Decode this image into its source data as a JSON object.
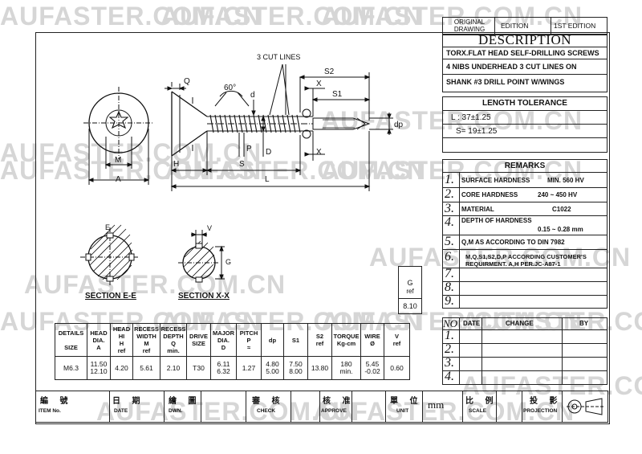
{
  "watermark": "AUFASTER.COM.CN",
  "header": {
    "original_drawing": "ORIGINAL DRAWING",
    "edition_label": "EDITION",
    "edition_value": "1ST EDITION"
  },
  "description": {
    "title": "DESCRIPTION",
    "lines": [
      "TORX.FLAT HEAD SELF-DRILLING SCREWS",
      "4 NIBS UNDERHEAD 3 CUT LINES ON",
      "SHANK #3 DRILL POINT W/WINGS"
    ]
  },
  "length_tolerance": {
    "title": "LENGTH TOLERANCE",
    "l": "L : 37±1.25",
    "s": "S= 19±1.25"
  },
  "remarks": {
    "title": "REMARKS",
    "items": [
      {
        "num": "1.",
        "text": "SURFACE HARDNESS",
        "value": "MIN. 560 HV"
      },
      {
        "num": "2.",
        "text": "CORE HARDNESS",
        "value": "240 ~ 450 HV"
      },
      {
        "num": "3.",
        "text": "MATERIAL",
        "value": "C1022"
      },
      {
        "num": "4.",
        "text": "DEPTH OF HARDNESS",
        "value": "0.15 ~ 0.28 mm"
      },
      {
        "num": "5.",
        "text": "Q,M AS ACCORDING TO DIN 7982",
        "value": ""
      },
      {
        "num": "6.",
        "text": "M,Q,S1,S2,D,P ACCORDING CUSTOMER'S",
        "text2": "REQUIRMENT. A,H PER.JC-A87-1",
        "value": ""
      },
      {
        "num": "7.",
        "text": "",
        "value": ""
      },
      {
        "num": "8.",
        "text": "",
        "value": ""
      },
      {
        "num": "9.",
        "text": "",
        "value": ""
      }
    ]
  },
  "changes": {
    "headers": [
      "NO",
      "DATE",
      "CHANGE",
      "BY"
    ],
    "rows": [
      "1.",
      "2.",
      "3.",
      "4."
    ]
  },
  "drawing": {
    "labels": {
      "three_cut_lines": "3 CUT LINES",
      "angle": "60°",
      "q": "Q",
      "d": "d",
      "s2": "S2",
      "x": "X",
      "s1": "S1",
      "dp": "dp",
      "m": "M",
      "a": "A",
      "h": "H",
      "p": "P",
      "d_cap": "D",
      "s": "S",
      "l": "L",
      "e": "E",
      "v": "V",
      "g": "G",
      "section_ee": "SECTION E-E",
      "section_xx": "SECTION X-X"
    },
    "g_ref": {
      "label": "G",
      "sub": "ref",
      "value": "8.10"
    }
  },
  "spec_table": {
    "headers": [
      {
        "l1": "DETAILS",
        "l2": "SIZE"
      },
      {
        "l1": "HEAD",
        "l2": "DIA.",
        "l3": "A"
      },
      {
        "l1": "HEAD",
        "l2": "HI",
        "l3": "H",
        "l4": "ref"
      },
      {
        "l1": "RECESS",
        "l2": "WIDTH",
        "l3": "M",
        "l4": "ref"
      },
      {
        "l1": "RECESS",
        "l2": "DEPTH",
        "l3": "Q",
        "l4": "min."
      },
      {
        "l1": "DRIVE",
        "l2": "SIZE"
      },
      {
        "l1": "MAJOR",
        "l2": "DIA.",
        "l3": "D"
      },
      {
        "l1": "PITCH",
        "l2": "P",
        "l3": "≈"
      },
      {
        "l1": "dp"
      },
      {
        "l1": "S1"
      },
      {
        "l1": "S2",
        "l2": "ref"
      },
      {
        "l1": "TORQUE",
        "l2": "Kg-cm"
      },
      {
        "l1": "WIRE",
        "l2": "Ø"
      },
      {
        "l1": "V",
        "l2": "ref"
      }
    ],
    "values": [
      {
        "a": "M6.3"
      },
      {
        "a": "11.50",
        "b": "12.10"
      },
      {
        "a": "4.20"
      },
      {
        "a": "5.61"
      },
      {
        "a": "2.10"
      },
      {
        "a": "T30"
      },
      {
        "a": "6.11",
        "b": "6.32"
      },
      {
        "a": "1.27"
      },
      {
        "a": "4.80",
        "b": "5.00"
      },
      {
        "a": "7.50",
        "b": "8.00"
      },
      {
        "a": "13.80"
      },
      {
        "a": "180",
        "b": "min."
      },
      {
        "a": "5.45",
        "b": "-0.02"
      },
      {
        "a": "0.60"
      }
    ]
  },
  "title_block": {
    "item_no": {
      "cn": "編 號",
      "en": "ITEM No."
    },
    "date": {
      "cn": "日 期",
      "en": "DATE"
    },
    "dwn": {
      "cn": "繪 圖",
      "en": "DWN."
    },
    "check": {
      "cn": "審 核",
      "en": "CHECK"
    },
    "approve": {
      "cn": "核 准",
      "en": "APPROVE"
    },
    "unit": {
      "cn": "單 位",
      "en": "UNIT"
    },
    "unit_value": "mm",
    "scale": {
      "cn": "比 例",
      "en": "SCALE"
    },
    "projection": {
      "cn": "投 影",
      "en": "PROJECTION"
    }
  }
}
